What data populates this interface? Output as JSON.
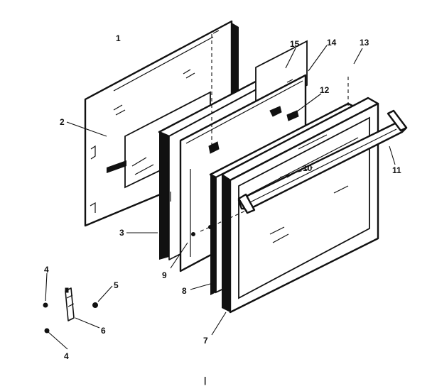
{
  "diagram": {
    "callouts": [
      {
        "id": "1",
        "label": "1"
      },
      {
        "id": "2",
        "label": "2"
      },
      {
        "id": "3",
        "label": "3"
      },
      {
        "id": "4a",
        "label": "4"
      },
      {
        "id": "4b",
        "label": "4"
      },
      {
        "id": "5",
        "label": "5"
      },
      {
        "id": "6",
        "label": "6"
      },
      {
        "id": "7",
        "label": "7"
      },
      {
        "id": "8",
        "label": "8"
      },
      {
        "id": "9",
        "label": "9"
      },
      {
        "id": "10",
        "label": "10"
      },
      {
        "id": "11",
        "label": "11"
      },
      {
        "id": "12",
        "label": "12"
      },
      {
        "id": "13",
        "label": "13"
      },
      {
        "id": "14",
        "label": "14"
      },
      {
        "id": "15",
        "label": "15"
      }
    ],
    "footer_mark": "|",
    "colors": {
      "ink": "#111111",
      "paper": "#ffffff"
    }
  }
}
